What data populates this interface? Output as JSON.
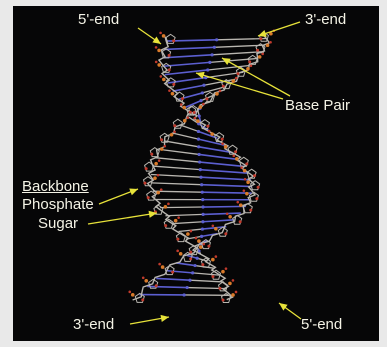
{
  "labels": {
    "top_left_end": "5'-end",
    "top_right_end": "3'-end",
    "base_pair": "Base Pair",
    "backbone": "Backbone",
    "phosphate": "Phosphate",
    "sugar": "Sugar",
    "bottom_left_end": "3'-end",
    "bottom_right_end": "5'-end"
  },
  "colors": {
    "background": "#060607",
    "frame": "#e9e9e9",
    "label_text": "#f4f3e6",
    "arrow": "#e7e23a",
    "backbone_stick": "#b9b6b0",
    "phosphate_atom": "#d97a2a",
    "oxygen_atom": "#c23a2c",
    "nitrogen_atom": "#5c5fd0"
  }
}
